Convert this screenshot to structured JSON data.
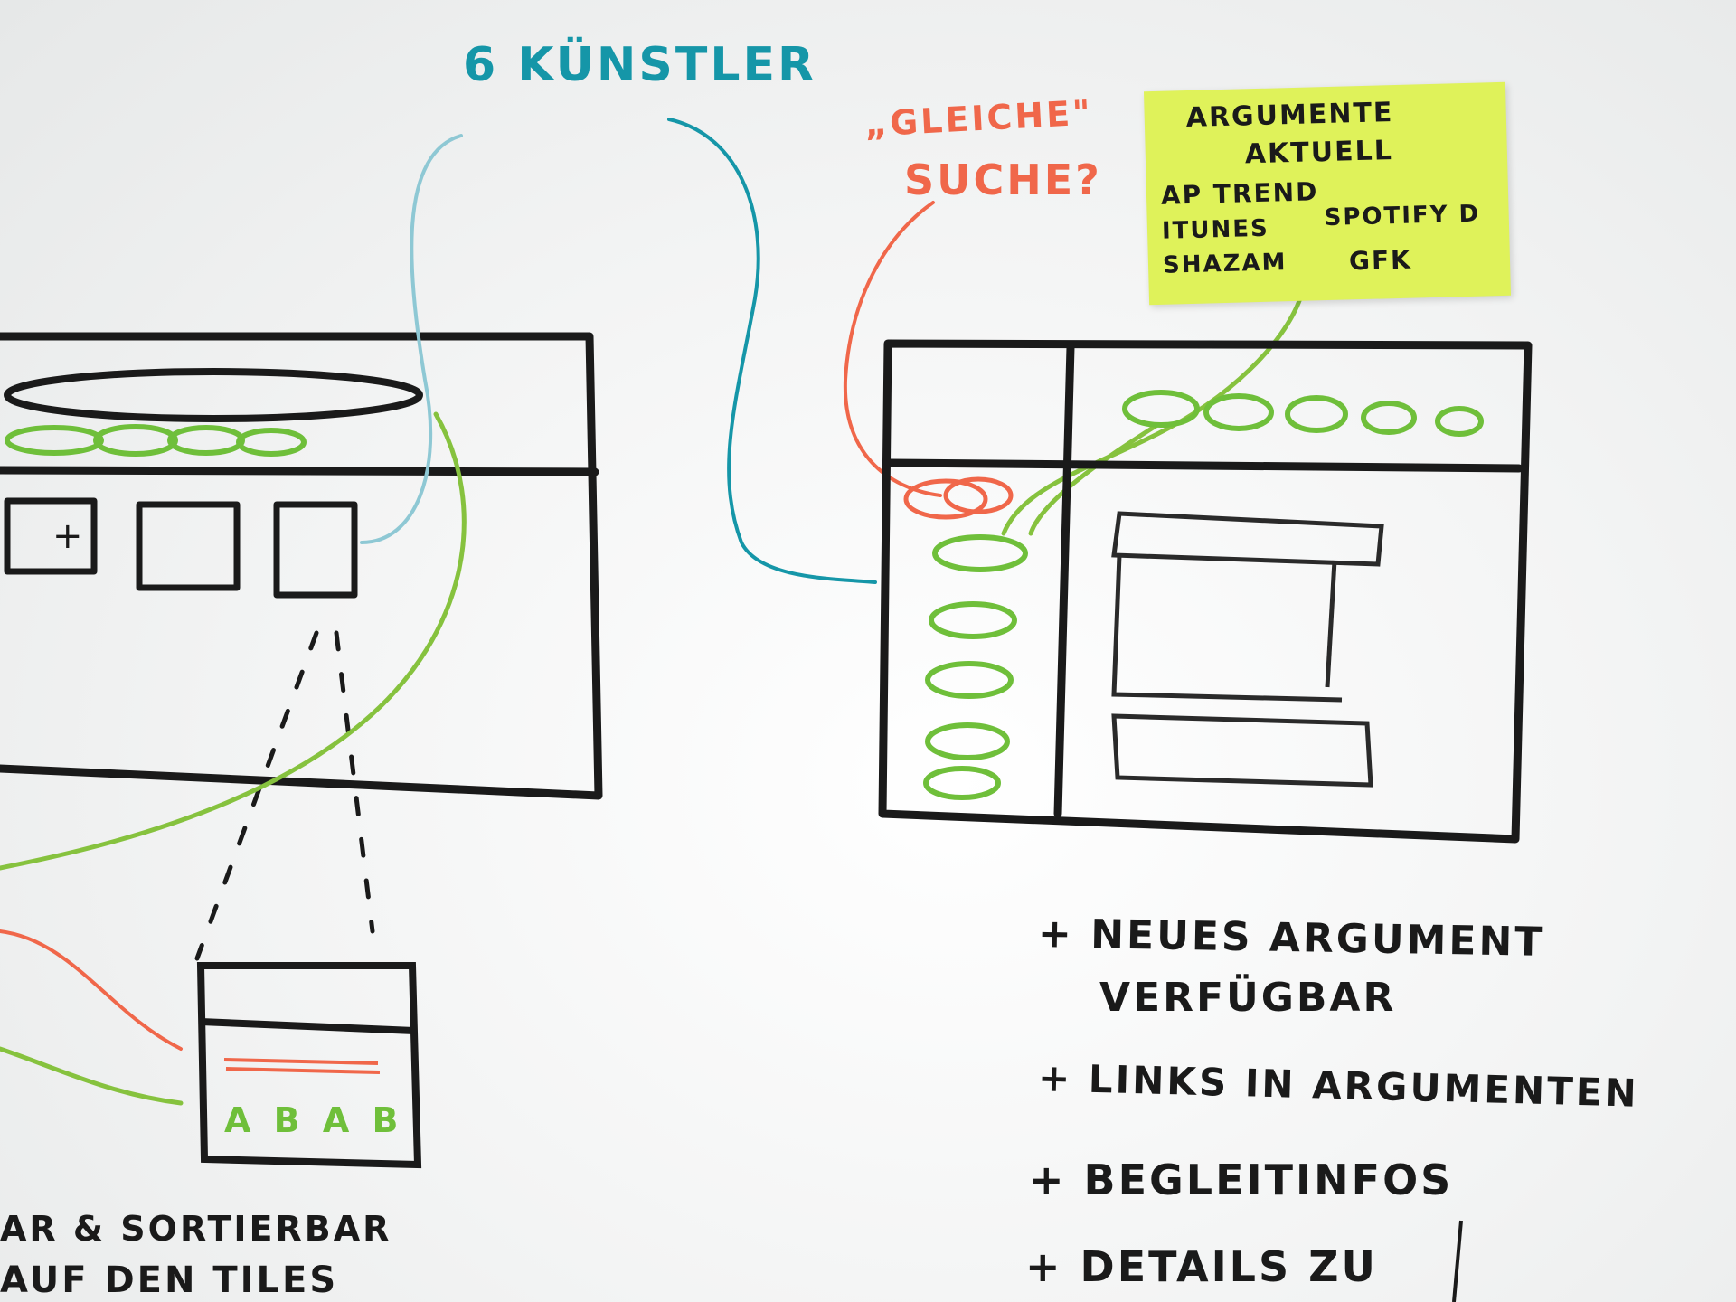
{
  "colors": {
    "board": "#f3f4f4",
    "marker_black": "#1a1a1a",
    "marker_teal": "#1596a8",
    "marker_orange": "#f0674a",
    "marker_green": "#6fbf3a",
    "sticky_note": "#dff25a"
  },
  "annotations": {
    "artists": "6 KÜNSTLER",
    "search_line1": "„GLEICHE\"",
    "search_line2": "SUCHE?"
  },
  "sticky_note": {
    "line1": "ARGUMENTE",
    "line2": "AKTUELL",
    "line3": "AP TREND",
    "line4a": "ITUNES",
    "line4b": "SPOTIFY D",
    "line5a": "SHAZAM",
    "line5b": "GFK"
  },
  "tile_detail": {
    "letters": "A B A B"
  },
  "bottom_left": {
    "line1": "AR & SORTIERBAR",
    "line2": "AUF DEN TILES"
  },
  "notes": [
    "+ NEUES ARGUMENT",
    "VERFÜGBAR",
    "+ LINKS IN ARGUMENTEN",
    "+ BEGLEITINFOS",
    "+ DETAILS ZU"
  ]
}
